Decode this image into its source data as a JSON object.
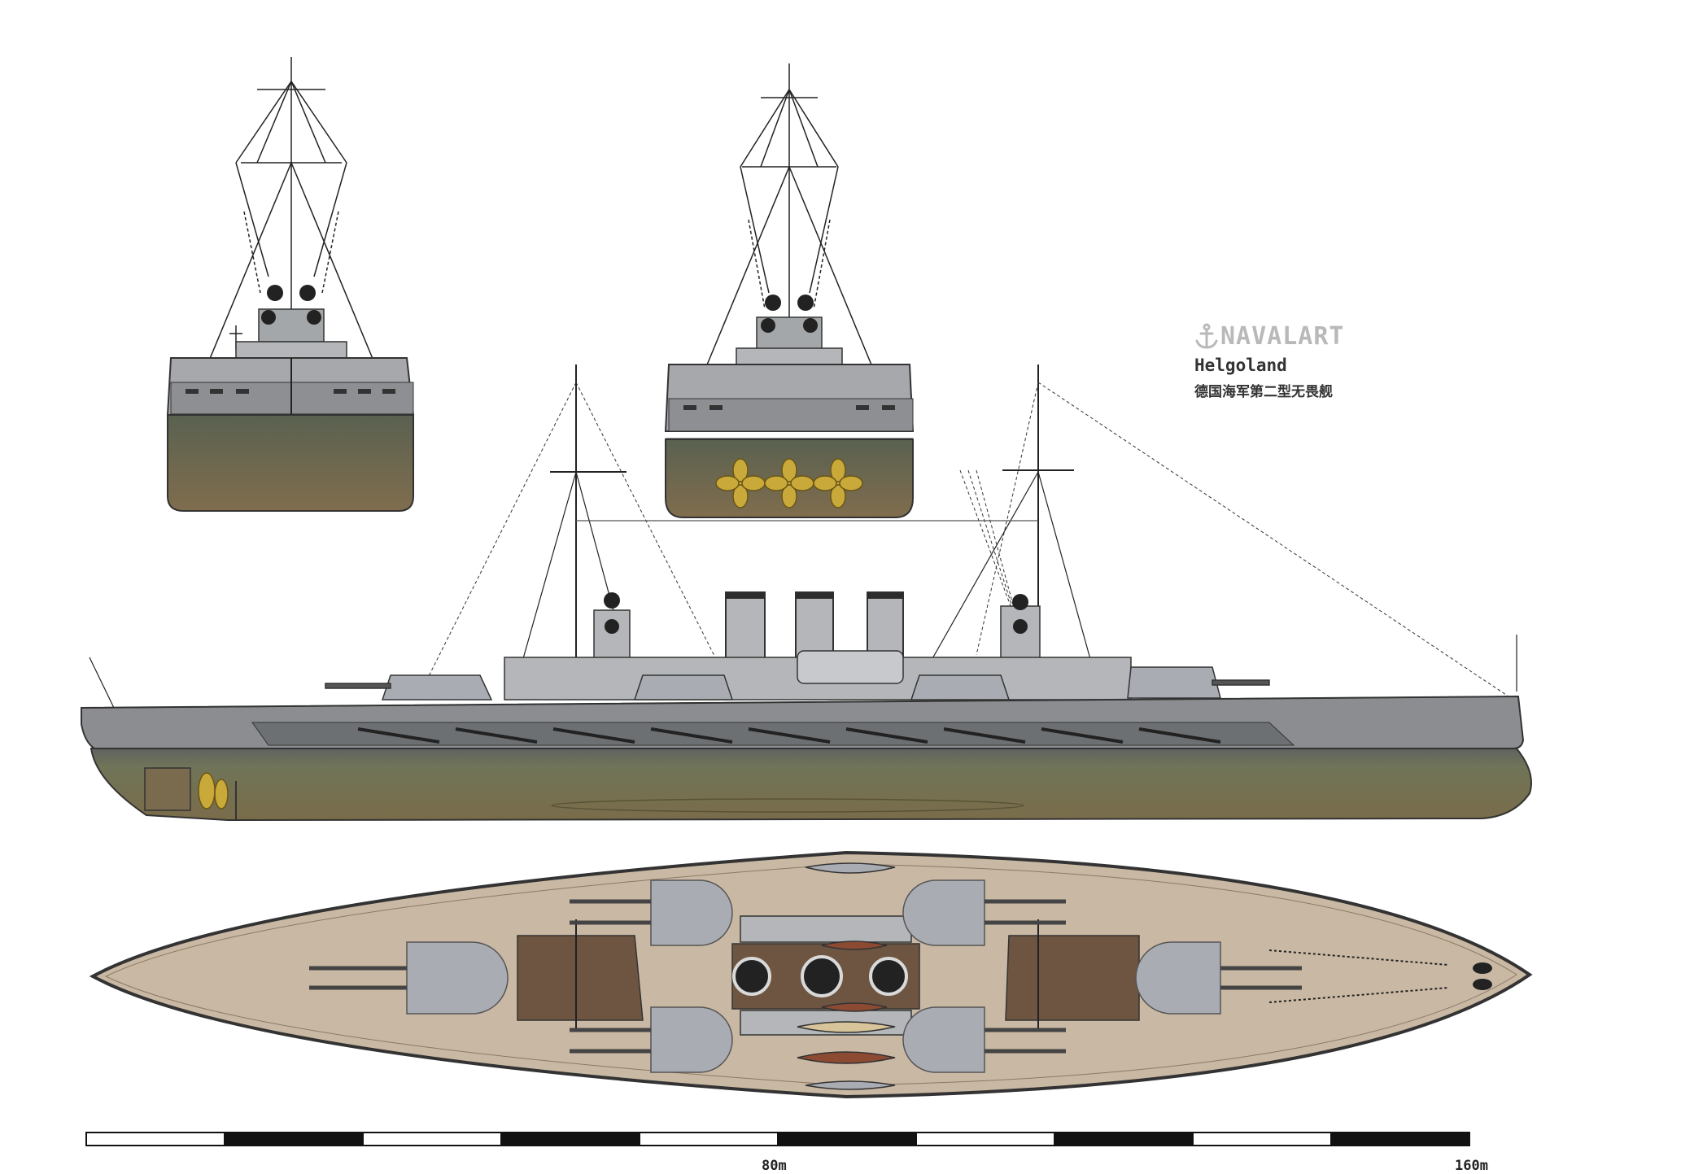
{
  "brand": {
    "logo_text": "NAVALART",
    "logo_icon": "anchor-icon"
  },
  "ship": {
    "name": "Helgoland",
    "class_description": "德国海军第二型无畏舰"
  },
  "scale": {
    "labels": [
      "80m",
      "160m"
    ],
    "segments": 10
  },
  "colors": {
    "hull_lower": "#6f6b44",
    "hull_upper": "#8a8a8c",
    "superstructure": "#b4b6b9",
    "deck": "#c9b8a3",
    "turret_top": "#a9adb3",
    "propeller": "#c8a93a",
    "boat_wood": "#8c4a33"
  }
}
